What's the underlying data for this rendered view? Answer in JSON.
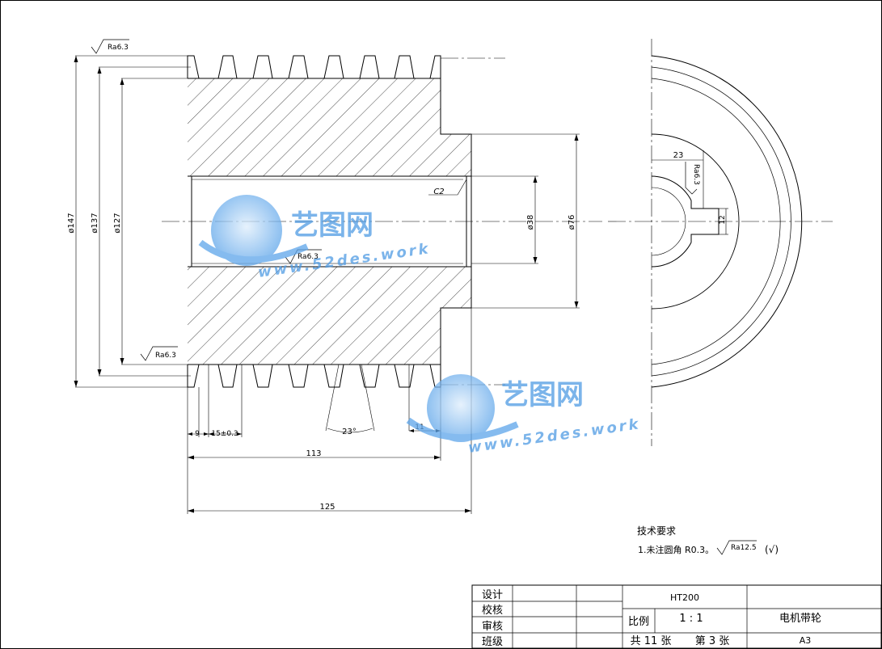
{
  "dimensions": {
    "d147": "ø147",
    "d137": "ø137",
    "d127": "ø127",
    "d38": "ø38",
    "d76": "ø76",
    "len113": "113",
    "len125": "125",
    "len9": "9",
    "len15": "15±0.3",
    "len11": "11",
    "angle23": "23°",
    "keyway": "23",
    "keywidth": "12",
    "chamfer": "C2"
  },
  "roughness": {
    "top": "Ra6.3",
    "bottom": "Ra6.3",
    "bore": "Ra6.3",
    "keyway": "Ra6.3",
    "general": "Ra12.5"
  },
  "notes": {
    "title": "技术要求",
    "item1": "1.未注圆角 R0.3。",
    "paren": "(√)"
  },
  "watermark": {
    "text": "艺图网",
    "url": "www.52des.work"
  },
  "title_block": {
    "design": "设计",
    "check": "校核",
    "review": "审核",
    "class": "班级",
    "material": "HT200",
    "scale_label": "比例",
    "scale_value": "1 : 1",
    "part_name": "电机带轮",
    "total_sheets": "共 11 张",
    "sheet_no": "第 3 张",
    "paper": "A3"
  }
}
